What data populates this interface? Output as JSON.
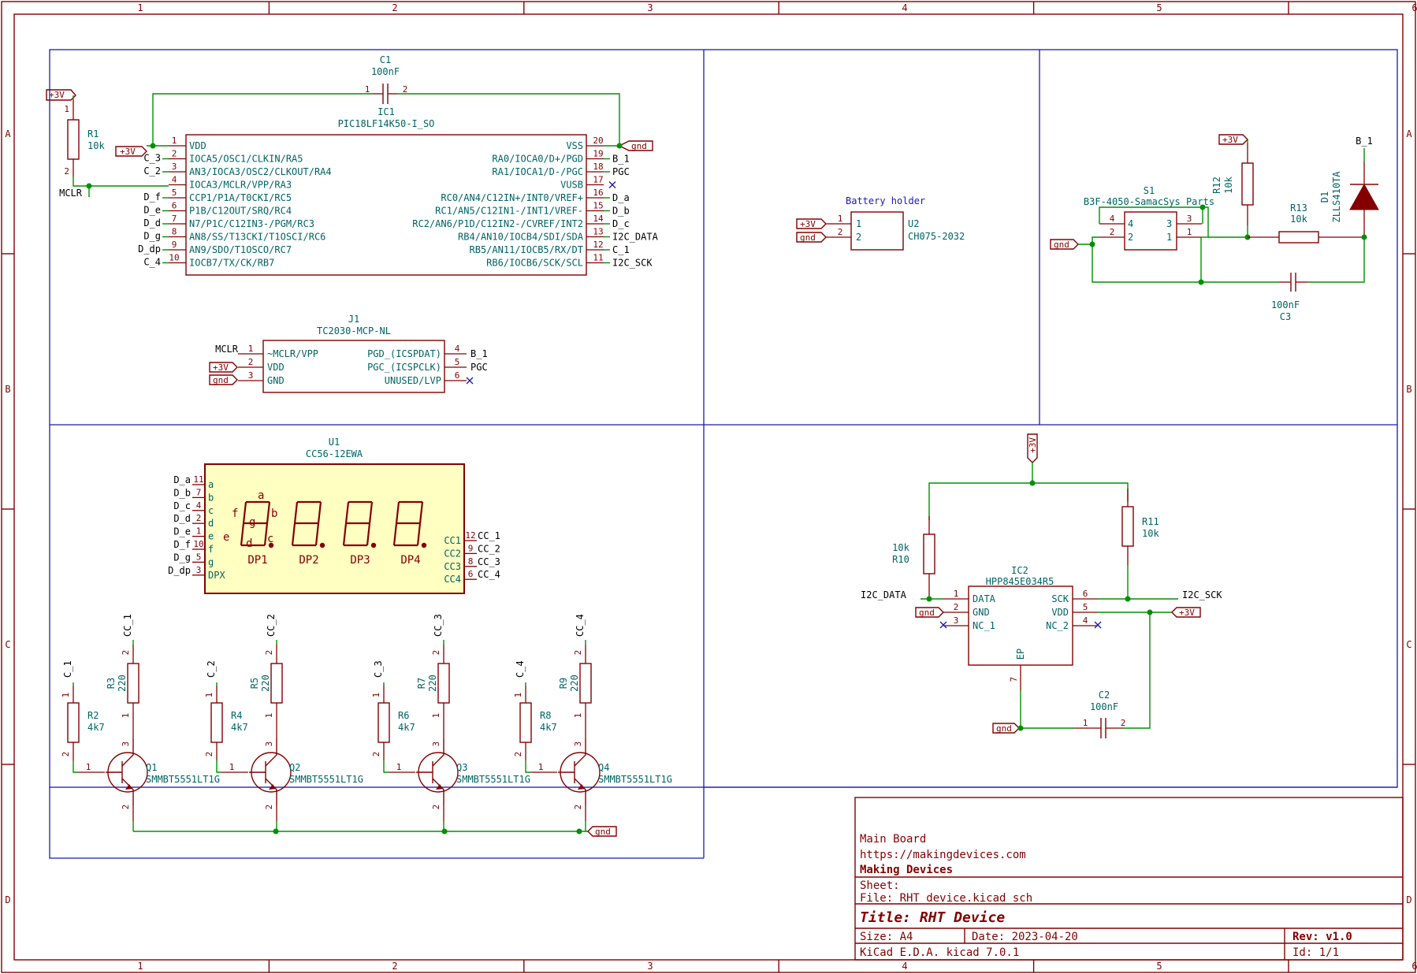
{
  "frame": {
    "col_labels": [
      "1",
      "2",
      "3",
      "4",
      "5",
      "6"
    ],
    "row_labels": [
      "A",
      "B",
      "C",
      "D"
    ]
  },
  "ic1": {
    "ref": "IC1",
    "value": "PIC18LF14K50-I_SO",
    "left_pins": [
      {
        "num": "1",
        "name": "VDD",
        "net": ""
      },
      {
        "num": "2",
        "name": "IOCA5/OSC1/CLKIN/RA5",
        "net": "C_3"
      },
      {
        "num": "3",
        "name": "AN3/IOCA3/OSC2/CLKOUT/RA4",
        "net": "C_2"
      },
      {
        "num": "4",
        "name": "IOCA3/MCLR/VPP/RA3",
        "net": ""
      },
      {
        "num": "5",
        "name": "CCP1/P1A/T0CKI/RC5",
        "net": "D_f"
      },
      {
        "num": "6",
        "name": "P1B/C12OUT/SRQ/RC4",
        "net": "D_e"
      },
      {
        "num": "7",
        "name": "N7/P1C/C12IN3-/PGM/RC3",
        "net": "D_d"
      },
      {
        "num": "8",
        "name": "AN8/SS/T13CKI/T1OSCI/RC6",
        "net": "D_g"
      },
      {
        "num": "9",
        "name": "AN9/SDO/T1OSCO/RC7",
        "net": "D_dp"
      },
      {
        "num": "10",
        "name": "IOCB7/TX/CK/RB7",
        "net": "C_4"
      }
    ],
    "right_pins": [
      {
        "num": "20",
        "name": "VSS",
        "net": ""
      },
      {
        "num": "19",
        "name": "RA0/IOCA0/D+/PGD",
        "net": "B_1"
      },
      {
        "num": "18",
        "name": "RA1/IOCA1/D-/PGC",
        "net": "PGC"
      },
      {
        "num": "17",
        "name": "VUSB",
        "net": ""
      },
      {
        "num": "16",
        "name": "RC0/AN4/C12IN+/INT0/VREF+",
        "net": "D_a"
      },
      {
        "num": "15",
        "name": "RC1/AN5/C12IN1-/INT1/VREF-",
        "net": "D_b"
      },
      {
        "num": "14",
        "name": "RC2/AN6/P1D/C12IN2-/CVREF/INT2",
        "net": "D_c"
      },
      {
        "num": "13",
        "name": "RB4/AN10/IOCB4/SDI/SDA",
        "net": "I2C_DATA"
      },
      {
        "num": "12",
        "name": "RB5/AN11/IOCB5/RX/DT",
        "net": "C_1"
      },
      {
        "num": "11",
        "name": "RB6/IOCB6/SCK/SCL",
        "net": "I2C_SCK"
      }
    ]
  },
  "c1": {
    "ref": "C1",
    "value": "100nF",
    "pin1": "1",
    "pin2": "2"
  },
  "r1": {
    "ref": "R1",
    "value": "10k",
    "pin1": "1",
    "pin2": "2"
  },
  "nets": {
    "pwr": "+3V",
    "gnd": "gnd",
    "mclr": "MCLR",
    "b1": "B_1",
    "pgc": "PGC",
    "i2c_data": "I2C_DATA",
    "i2c_sck": "I2C_SCK"
  },
  "j1": {
    "ref": "J1",
    "value": "TC2030-MCP-NL",
    "left_pins": [
      {
        "num": "1",
        "name": "~MCLR/VPP",
        "net": "MCLR"
      },
      {
        "num": "2",
        "name": "VDD",
        "net": ""
      },
      {
        "num": "3",
        "name": "GND",
        "net": ""
      }
    ],
    "right_pins": [
      {
        "num": "4",
        "name": "PGD_(ICSPDAT)",
        "net": "B_1"
      },
      {
        "num": "5",
        "name": "PGC_(ICSPCLK)",
        "net": "PGC"
      },
      {
        "num": "6",
        "name": "UNUSED/LVP",
        "net": ""
      }
    ]
  },
  "u2": {
    "ref": "U2",
    "value": "CH075-2032",
    "note": "Battery holder",
    "pin1": "1",
    "pin2": "2"
  },
  "s1": {
    "ref": "S1",
    "value": "B3F-4050-SamacSys_Parts",
    "pins": [
      "4",
      "3",
      "2",
      "1"
    ]
  },
  "r12": {
    "ref": "R12",
    "value": "10k"
  },
  "r13": {
    "ref": "R13",
    "value": "10k"
  },
  "d1": {
    "ref": "D1",
    "value": "ZLLS410TA"
  },
  "c3": {
    "ref": "C3",
    "value": "100nF"
  },
  "u1": {
    "ref": "U1",
    "value": "CC56-12EWA",
    "left_pins": [
      {
        "num": "11",
        "name": "a",
        "net": "D_a"
      },
      {
        "num": "7",
        "name": "b",
        "net": "D_b"
      },
      {
        "num": "4",
        "name": "c",
        "net": "D_c"
      },
      {
        "num": "2",
        "name": "d",
        "net": "D_d"
      },
      {
        "num": "1",
        "name": "e",
        "net": "D_e"
      },
      {
        "num": "10",
        "name": "f",
        "net": "D_f"
      },
      {
        "num": "5",
        "name": "g",
        "net": "D_g"
      },
      {
        "num": "3",
        "name": "DPX",
        "net": "D_dp"
      }
    ],
    "right_pins": [
      {
        "num": "12",
        "name": "CC1",
        "net": "CC_1"
      },
      {
        "num": "9",
        "name": "CC2",
        "net": "CC_2"
      },
      {
        "num": "8",
        "name": "CC3",
        "net": "CC_3"
      },
      {
        "num": "6",
        "name": "CC4",
        "net": "CC_4"
      }
    ],
    "seg_labels": {
      "a": "a",
      "b": "b",
      "c": "c",
      "d": "d",
      "e": "e",
      "f": "f",
      "g": "g"
    },
    "dp_labels": [
      "DP1",
      "DP2",
      "DP3",
      "DP4"
    ]
  },
  "drivers": [
    {
      "rb": "R2",
      "rb_val": "4k7",
      "rc": "R3",
      "rc_val": "220",
      "q": "Q1",
      "q_val": "SMMBT5551LT1G",
      "base_net": "C_1",
      "col_net": "CC_1"
    },
    {
      "rb": "R4",
      "rb_val": "4k7",
      "rc": "R5",
      "rc_val": "220",
      "q": "Q2",
      "q_val": "SMMBT5551LT1G",
      "base_net": "C_2",
      "col_net": "CC_2"
    },
    {
      "rb": "R6",
      "rb_val": "4k7",
      "rc": "R7",
      "rc_val": "220",
      "q": "Q3",
      "q_val": "SMMBT5551LT1G",
      "base_net": "C_3",
      "col_net": "CC_3"
    },
    {
      "rb": "R8",
      "rb_val": "4k7",
      "rc": "R9",
      "rc_val": "220",
      "q": "Q4",
      "q_val": "SMMBT5551LT1G",
      "base_net": "C_4",
      "col_net": "CC_4"
    }
  ],
  "ic2": {
    "ref": "IC2",
    "value": "HPP845E034R5",
    "left_pins": [
      {
        "num": "1",
        "name": "DATA"
      },
      {
        "num": "2",
        "name": "GND"
      },
      {
        "num": "3",
        "name": "NC_1"
      }
    ],
    "right_pins": [
      {
        "num": "6",
        "name": "SCK"
      },
      {
        "num": "5",
        "name": "VDD"
      },
      {
        "num": "4",
        "name": "NC_2"
      }
    ],
    "ep": {
      "num": "7",
      "name": "EP"
    }
  },
  "r10": {
    "ref": "R10",
    "value": "10k"
  },
  "r11": {
    "ref": "R11",
    "value": "10k"
  },
  "c2": {
    "ref": "C2",
    "value": "100nF"
  },
  "title_block": {
    "comment": "Main Board",
    "url": "https://makingdevices.com",
    "company": "Making Devices",
    "sheet": "Sheet:",
    "file": "File: RHT device.kicad_sch",
    "title": "Title: RHT Device",
    "size": "Size: A4",
    "date": "Date: 2023-04-20",
    "rev": "Rev: v1.0",
    "tool": "KiCad E.D.A.  kicad 7.0.1",
    "id": "Id: 1/1"
  }
}
